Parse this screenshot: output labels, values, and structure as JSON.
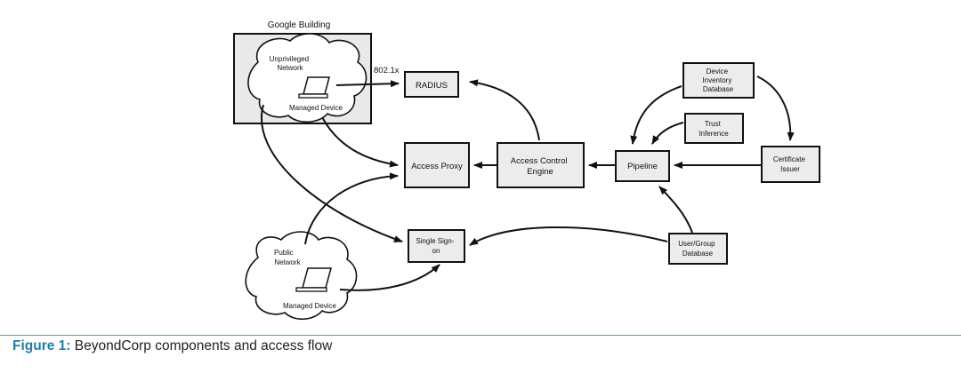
{
  "nodes": {
    "google_building": "Google Building",
    "unprivileged_network": [
      "Unprivileged",
      "Network"
    ],
    "managed_device_internal": "Managed Device",
    "link_8021x": "802.1x",
    "radius": "RADIUS",
    "access_proxy": "Access Proxy",
    "access_control_engine": [
      "Access Control",
      "Engine"
    ],
    "pipeline": "Pipeline",
    "device_inventory_db": [
      "Device",
      "Inventory",
      "Database"
    ],
    "trust_inference": [
      "Trust",
      "Inference"
    ],
    "certificate_issuer": [
      "Certificate",
      "Issuer"
    ],
    "single_sign_on": [
      "Single Sign-",
      "on"
    ],
    "user_group_db": [
      "User/Group",
      "Database"
    ],
    "public_network": [
      "Public",
      "Network"
    ],
    "managed_device_public": "Managed Device"
  },
  "caption": {
    "label": "Figure 1:",
    "text": " BeyondCorp components and access flow",
    "color": "#1f7fa6",
    "rule_color": "#3ea3c4"
  }
}
